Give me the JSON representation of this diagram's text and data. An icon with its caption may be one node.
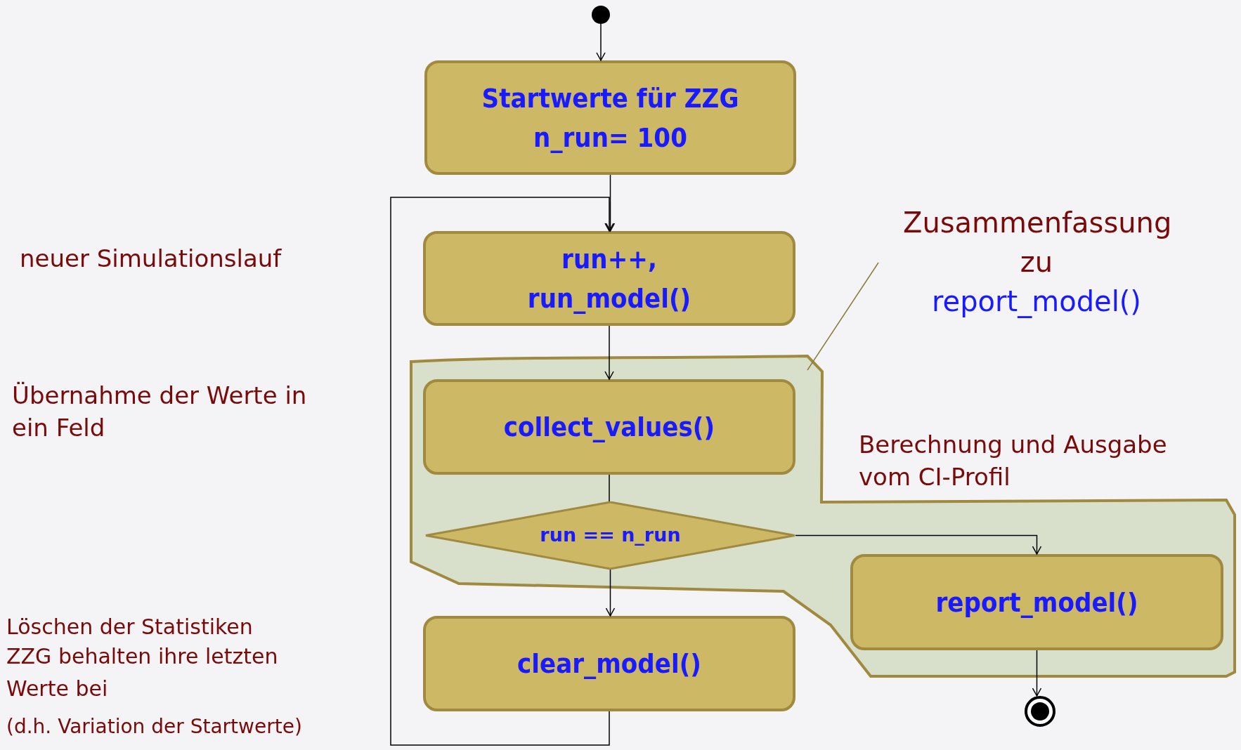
{
  "diagram": {
    "nodes": [
      {
        "text": [],
        "shape": "circle"
      },
      {
        "text": [
          "Startwerte für ZZG",
          "n_run= 100"
        ]
      },
      {
        "text": [
          "run++,",
          "run_model()"
        ]
      },
      {
        "text": [
          "Zusammenfassung zu",
          "report_model()"
        ]
      },
      {
        "text": [],
        "shape": "cloud"
      },
      {
        "text": [
          "collect_values()"
        ],
        "in": 4
      },
      {
        "text": [
          "run == n_run"
        ],
        "in": 4
      },
      {
        "text": [
          "report_model()"
        ],
        "in": 4
      },
      {
        "text": [
          "clear_model()"
        ]
      },
      {
        "text": [],
        "shape": "circle"
      }
    ],
    "edges": [
      {
        "from": 0,
        "to": 1,
        "arrow": "to"
      },
      {
        "from": 1,
        "to": 2,
        "arrow": "to"
      },
      {
        "from": 2,
        "to": 5,
        "arrow": "to"
      },
      {
        "from": 5,
        "to": 6,
        "arrow": "none"
      },
      {
        "from": 6,
        "to": 8,
        "arrow": "to"
      },
      {
        "from": 6,
        "to": 7,
        "arrow": "to"
      },
      {
        "from": 7,
        "to": 9,
        "arrow": "to"
      },
      {
        "from": 8,
        "to": 2,
        "arrow": "to"
      },
      {
        "from": 3,
        "to": 4,
        "arrow": "none",
        "color": "#8a7a3a"
      }
    ],
    "labels": [
      "neuer Simulationslauf",
      "Übernahme der Werte in ein Feld",
      "Berechnung und Ausgabe vom CI-Profil",
      "Löschen der Statistiken",
      "ZZG behalten ihre letzten Werte bei",
      "(d.h. Variation der Startwerte)"
    ]
  }
}
